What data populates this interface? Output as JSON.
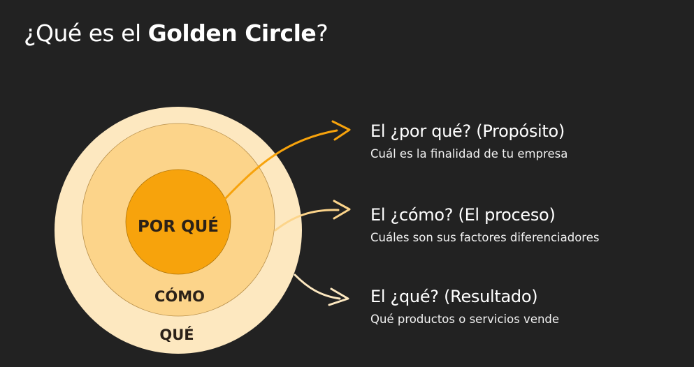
{
  "title": {
    "prefix": "¿Qué es el ",
    "bold": "Golden Circle",
    "suffix": "?"
  },
  "circles": {
    "inner_label": "POR QUÉ",
    "middle_label": "CÓMO",
    "outer_label": "QUÉ"
  },
  "items": [
    {
      "heading": "El ¿por qué? (Propósito)",
      "description": " Cuál es la finalidad de tu empresa"
    },
    {
      "heading": "El ¿cómo? (El proceso)",
      "description": "Cuáles son sus factores diferenciadores"
    },
    {
      "heading": "El ¿qué? (Resultado)",
      "description": "Qué productos o servicios vende"
    }
  ],
  "colors": {
    "background": "#222222",
    "outer_circle": "#fde8c0",
    "middle_circle": "#fcd48a",
    "inner_circle": "#f7a30c",
    "arrow_why": "#f7a30c",
    "arrow_how": "#fcd48a",
    "arrow_what": "#fde8c0"
  }
}
